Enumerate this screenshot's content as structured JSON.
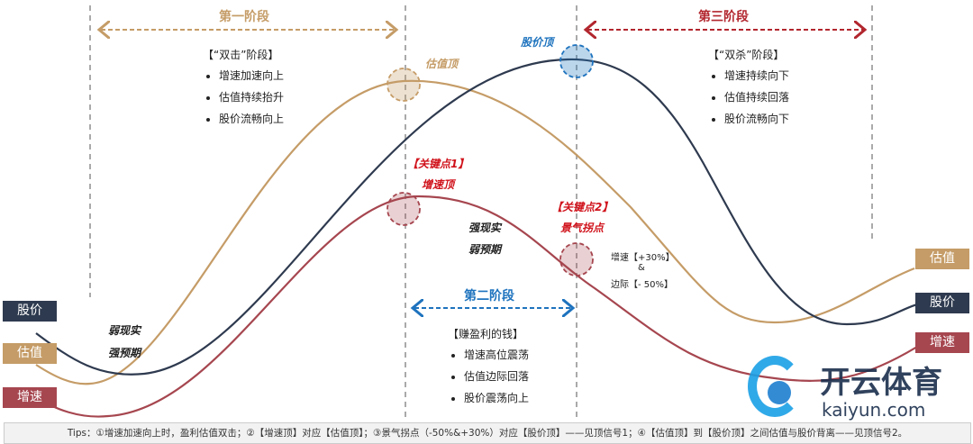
{
  "stages": {
    "one": {
      "title": "第一阶段",
      "heading": "【“双击”阶段】",
      "items": [
        "增速加速向上",
        "估值持续抬升",
        "股价流畅向上"
      ]
    },
    "two": {
      "title": "第二阶段",
      "heading": "【赚盈利的钱】",
      "items": [
        "增速高位震荡",
        "估值边际回落",
        "股价震荡向上"
      ]
    },
    "three": {
      "title": "第三阶段",
      "heading": "【“双杀”阶段】",
      "items": [
        "增速持续向下",
        "估值持续回落",
        "股价流畅向下"
      ]
    }
  },
  "annotations": {
    "valuation_top": "估值顶",
    "price_top": "股价顶",
    "key1": "【关键点1】",
    "key1_sub": "增速顶",
    "key2": "【关键点2】",
    "key2_sub": "景气拐点",
    "strong_real": "强现实",
    "weak_exp": "弱预期",
    "weak_real": "弱现实",
    "strong_exp": "强预期",
    "growth_pct": "增速【+30%】",
    "amp": "&",
    "margin_pct": "边际【- 50%】"
  },
  "series": {
    "price": "股价",
    "valuation": "估值",
    "growth": "增速"
  },
  "colors": {
    "price": "#2E3A4F",
    "valuation": "#C59C67",
    "growth": "#A6464F",
    "stage1": "#C59C67",
    "stage2": "#1E73BE",
    "stage3": "#B2262E"
  },
  "logo": {
    "cn": "开云体育",
    "en": "kaiyun.com"
  },
  "tips": "Tips：①增速加速向上时，盈利估值双击；②【增速顶】对应【估值顶】；③景气拐点（-50%&+30%）对应【股价顶】——见顶信号1；④【估值顶】到【股价顶】之间估值与股价背离——见顶信号2。"
}
